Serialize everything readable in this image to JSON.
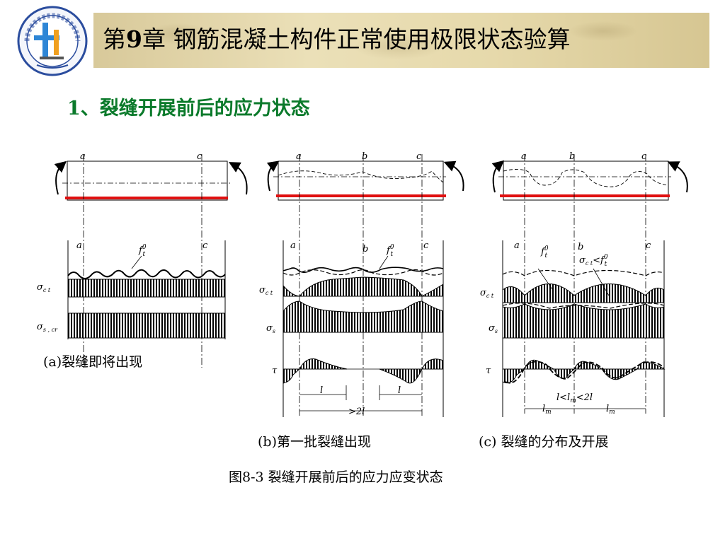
{
  "header": {
    "title_prefix": "第",
    "title_num": "9",
    "title_text": "章  钢筋混凝土构件正常使用极限状态验算"
  },
  "section": {
    "title": "1、裂缝开展前后的应力状态"
  },
  "figure": {
    "panel_a": {
      "top_labels": [
        "a",
        "c"
      ],
      "labels": [
        "a",
        "c"
      ],
      "f_label": "f",
      "f_sup": "0",
      "f_sub": "t",
      "sig_ct": "σ",
      "sig_ct_sub": "c t",
      "sig_s": "σ",
      "sig_s_sub": "s , cr",
      "caption": "(a)裂缝即将出现"
    },
    "panel_b": {
      "top_labels": [
        "a",
        "b",
        "c"
      ],
      "labels": [
        "a",
        "b",
        "c"
      ],
      "f_label": "f",
      "f_sup": "0",
      "f_sub": "t",
      "sig_ct": "σ",
      "sig_ct_sub": "c t",
      "sig_s": "σ",
      "sig_s_sub": "s",
      "tau": "τ",
      "dim_l1": "l",
      "dim_l2": "l",
      "dim_total": ">2l",
      "caption": "(b)第一批裂缝出现"
    },
    "panel_c": {
      "top_labels": [
        "a",
        "b",
        "c"
      ],
      "labels": [
        "a",
        "b",
        "c"
      ],
      "f_label": "f",
      "f_sup": "0",
      "f_sub": "t",
      "condition": "σ",
      "condition_sub": "c t",
      "condition_rest": "<f",
      "condition_sup": "0",
      "condition_sub2": "t",
      "sig_ct": "σ",
      "sig_ct_sub": "c t",
      "sig_s": "σ",
      "sig_s_sub": "s",
      "tau": "τ",
      "range": "l<l",
      "range_sub": "m",
      "range_rest": "<2l",
      "dim_lm1": "l",
      "dim_lm1_sub": "m",
      "dim_lm2": "l",
      "dim_lm2_sub": "m",
      "caption": "(c) 裂缝的分布及开展"
    },
    "caption": "图8-3  裂缝开展前后的应力应变状态"
  },
  "colors": {
    "title_green": "#0b7a2b",
    "rebar_red": "#e01010"
  }
}
